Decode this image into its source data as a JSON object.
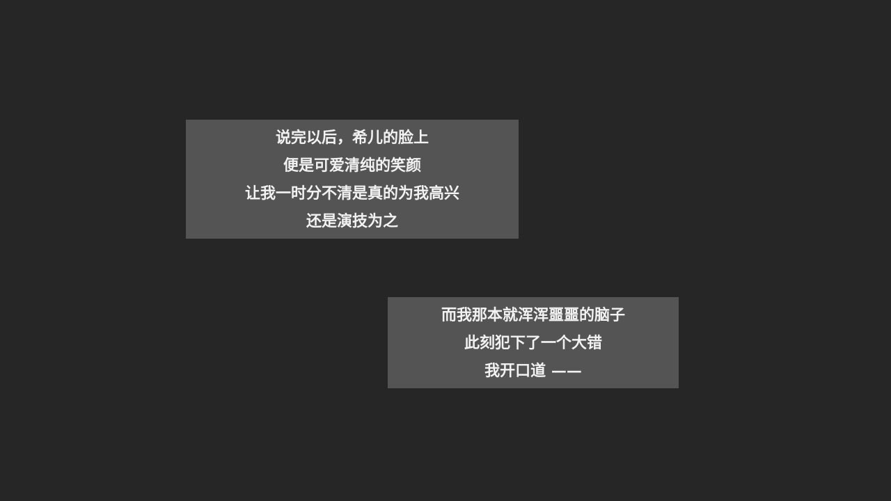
{
  "scene": {
    "background_color": "#262626",
    "box_color": "#545454",
    "text_color": "#f2f2f2"
  },
  "captions": [
    {
      "lines": [
        "说完以后，希儿的脸上",
        "便是可爱清纯的笑颜",
        "让我一时分不清是真的为我高兴",
        "还是演技为之"
      ]
    },
    {
      "lines": [
        "而我那本就浑浑噩噩的脑子",
        "此刻犯下了一个大错",
        "我开口道 ——"
      ]
    }
  ]
}
